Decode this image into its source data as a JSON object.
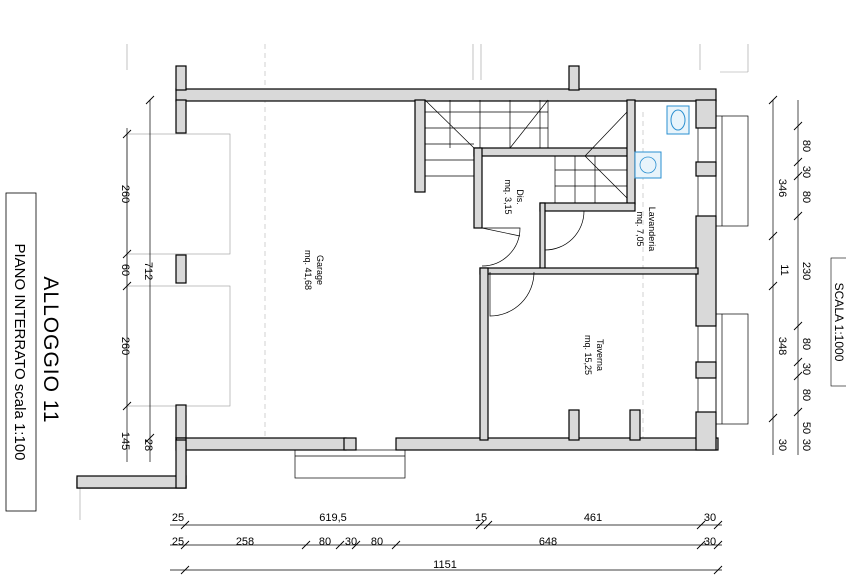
{
  "title": {
    "unit": "ALLOGGIO  11",
    "level": "PIANO INTERRATO  scala 1:100"
  },
  "scale_label": "SCALA 1:1000",
  "rooms": {
    "garage": {
      "name": "Garage",
      "area": "mq. 41,68"
    },
    "dis": {
      "name": "Dis.",
      "area": "mq. 3,15"
    },
    "lavanderia": {
      "name": "Lavanderia",
      "area": "mq. 7,05"
    },
    "taverna": {
      "name": "Taverna",
      "area": "mq. 15,25"
    }
  },
  "dims": {
    "bottom_row1": [
      "25",
      "619,5",
      "15",
      "461",
      "30"
    ],
    "bottom_row2": [
      "25",
      "258",
      "80",
      "30",
      "80",
      "648",
      "30"
    ],
    "bottom_total": "1151",
    "left_outer": [
      "260",
      "60",
      "260",
      "145"
    ],
    "left_inner": [
      "712",
      "28"
    ],
    "right_inner": [
      "80",
      "30",
      "80",
      "11",
      "80",
      "30",
      "80",
      "50",
      "30"
    ],
    "right_outer": [
      "346",
      "230",
      "348",
      "30"
    ]
  }
}
